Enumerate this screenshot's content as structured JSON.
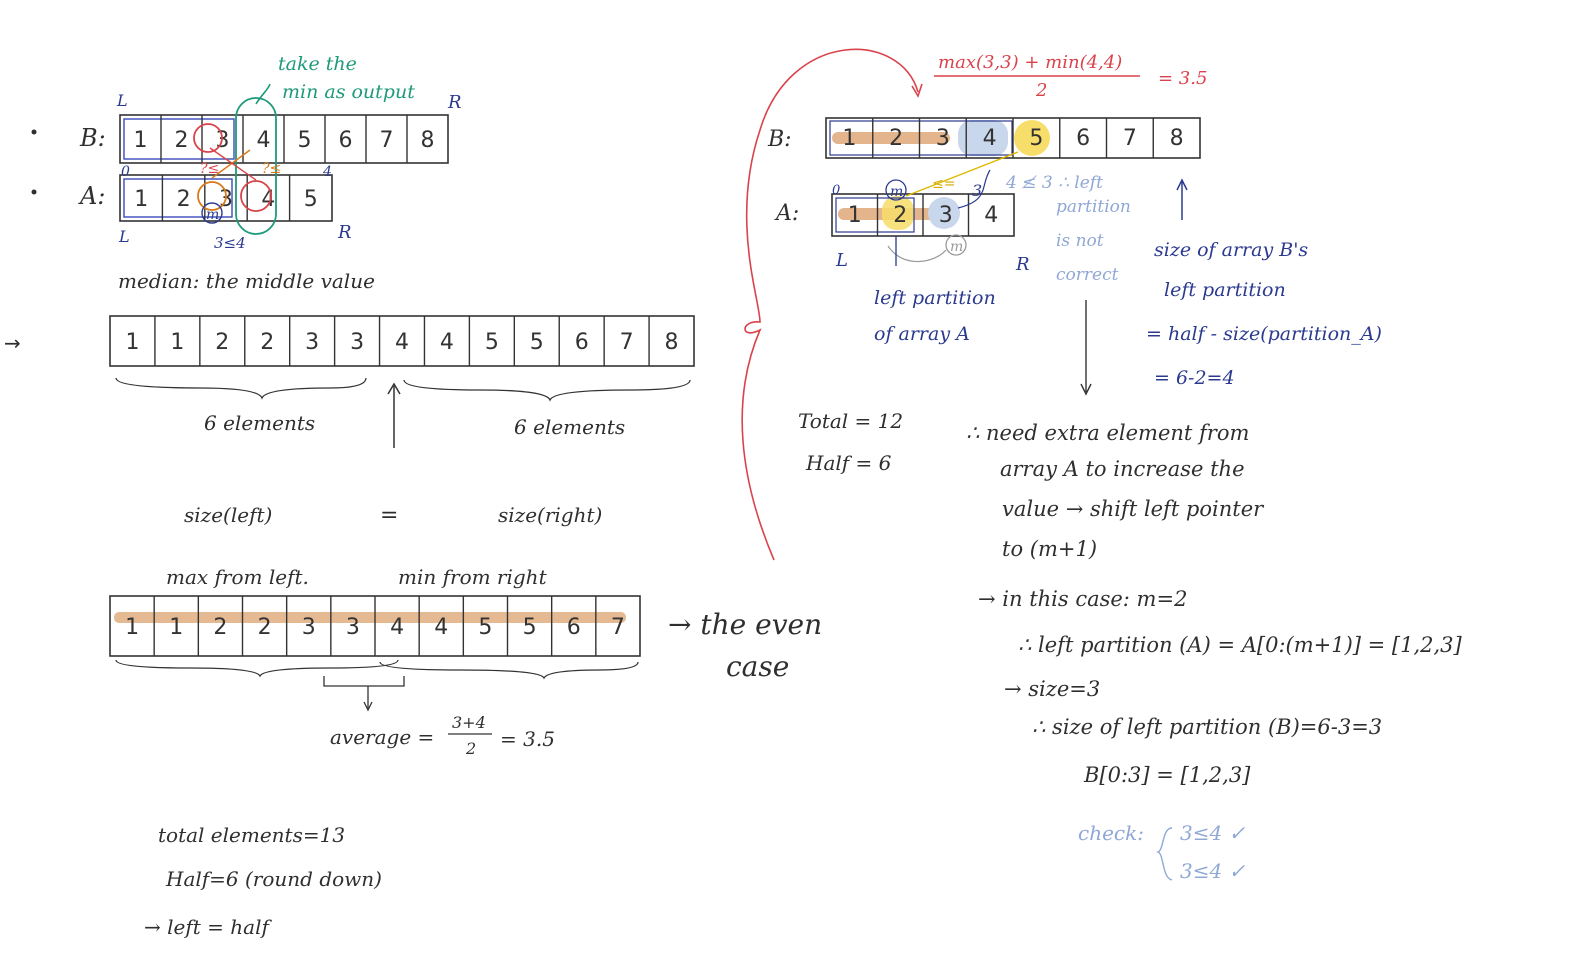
{
  "top_left": {
    "label_B": "B:",
    "label_A": "A:",
    "array_B": [
      "1",
      "2",
      "3",
      "4",
      "5",
      "6",
      "7",
      "8"
    ],
    "array_A": [
      "1",
      "2",
      "3",
      "4",
      "5"
    ],
    "L_top": "L",
    "R_top": "R",
    "L_bottom": "L",
    "R_bottom": "R",
    "idx_0": "0",
    "idx_4": "4",
    "m_label": "m",
    "q1": "?≤",
    "q2": "?≤",
    "cmp": "3≤4",
    "note_teal_1": "take the",
    "note_teal_2": "min as output"
  },
  "median_def": "median: the middle value",
  "arrow_marker": "→",
  "odd_example": {
    "array": [
      "1",
      "1",
      "2",
      "2",
      "3",
      "3",
      "4",
      "4",
      "5",
      "5",
      "6",
      "7",
      "8"
    ],
    "left_count": "6 elements",
    "right_count": "6 elements",
    "size_left": "size(left)",
    "equals": "=",
    "size_right": "size(right)"
  },
  "even_example": {
    "max_from_left": "max from left.",
    "min_from_right": "min from right",
    "array": [
      "1",
      "1",
      "2",
      "2",
      "3",
      "3",
      "4",
      "4",
      "5",
      "5",
      "6",
      "7"
    ],
    "side_note_1": "→ the even",
    "side_note_2": "case",
    "average_prefix": "average =",
    "average_num": "3+4",
    "average_den": "2",
    "average_result": "= 3.5"
  },
  "totals_left": {
    "line1": "total elements=13",
    "line2": "Half=6   (round down)",
    "line3": "→ left = half"
  },
  "right_section": {
    "formula_num": "max(3,3) + min(4,4)",
    "formula_den": "2",
    "formula_result": "= 3.5",
    "label_B": "B:",
    "label_A": "A:",
    "array_B": [
      "1",
      "2",
      "3",
      "4",
      "5",
      "6",
      "7",
      "8"
    ],
    "array_A": [
      "1",
      "2",
      "3",
      "4"
    ],
    "idx_0": "0",
    "m_label": "m",
    "L": "L",
    "R": "R",
    "le_sign": "≤=",
    "idx_3": "3",
    "light_note": [
      "4 ≰ 3 ∴ left",
      "partition",
      "is not",
      "correct"
    ],
    "left_partition_A": [
      "left partition",
      "of array A"
    ],
    "size_B_note": [
      "size of array B's",
      "left partition",
      "= half - size(partition_A)",
      "= 6-2=4"
    ],
    "total": "Total = 12",
    "half": "Half = 6",
    "reasoning": [
      "∴ need extra element from",
      "array A to increase the",
      "value → shift left pointer",
      "to (m+1)"
    ],
    "case_line": "→ in this case: m=2",
    "left_part_A": "∴ left partition (A) = A[0:(m+1)] = [1,2,3]",
    "size_line": "→ size=3",
    "size_B_line": "∴ size of left partition (B)=6-3=3",
    "b_slice": "B[0:3] = [1,2,3]",
    "check_label": "check:",
    "check_1": "3≤4  ✓",
    "check_2": "3≤4  ✓"
  }
}
